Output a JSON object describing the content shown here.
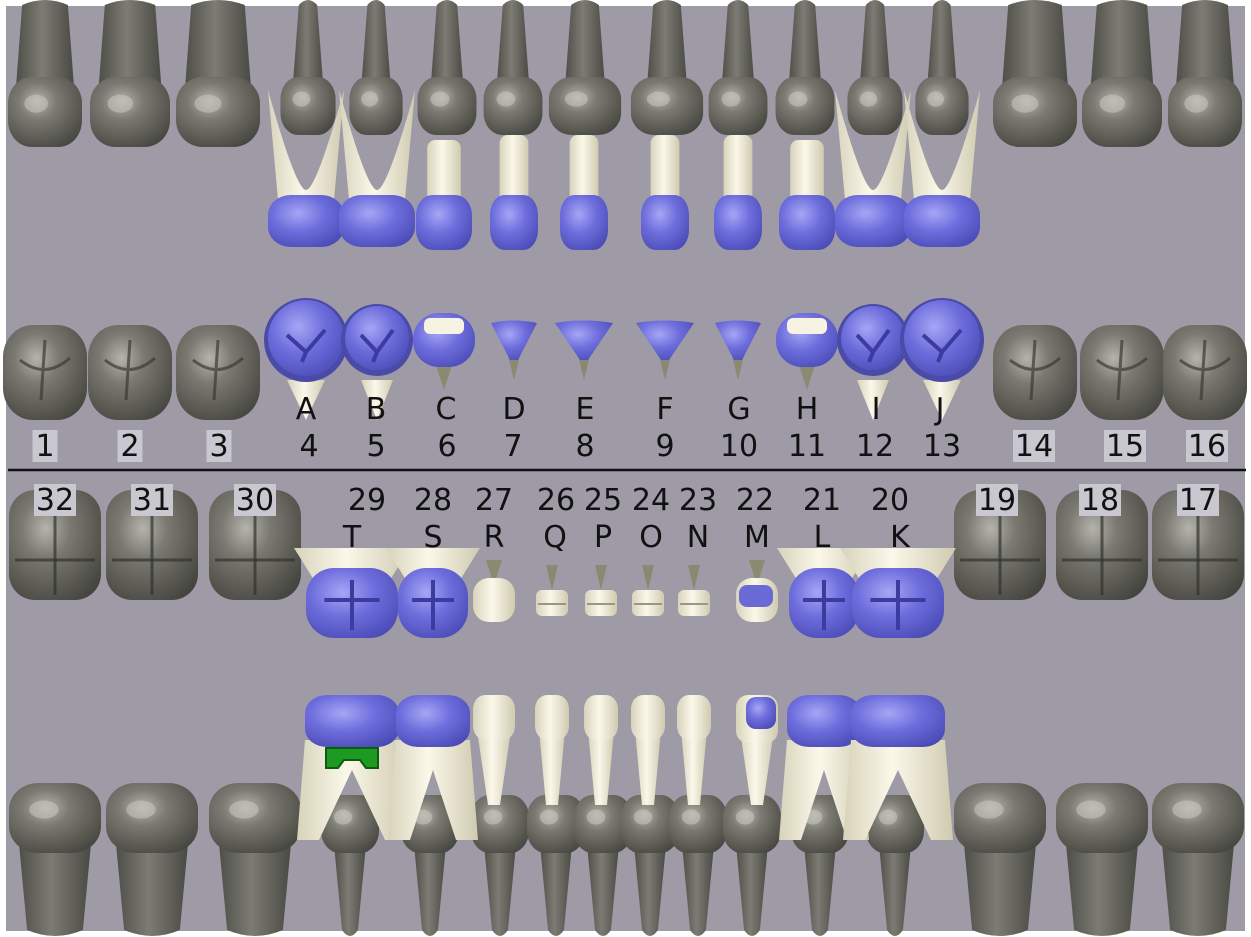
{
  "chart": {
    "colors": {
      "background": "#9e9aa6",
      "permanent_tooth": "#6f6f68",
      "permanent_tooth_highlight": "#a9a9a1",
      "primary_root": "#eeead6",
      "primary_crown_marked": "#6a6ad6",
      "primary_crown_marked_light": "#9d9df0",
      "restoration_green": "#1c9a22",
      "midline": "#111111",
      "label_text": "#111111"
    },
    "upper": {
      "permanent_numbers": [
        "1",
        "2",
        "3",
        "4",
        "5",
        "6",
        "7",
        "8",
        "9",
        "10",
        "11",
        "12",
        "13",
        "14",
        "15",
        "16"
      ],
      "primary_letters": [
        "A",
        "B",
        "C",
        "D",
        "E",
        "F",
        "G",
        "H",
        "I",
        "J"
      ],
      "primary_teeth": [
        {
          "letter": "A",
          "number": "4",
          "type": "molar",
          "crown": "blue"
        },
        {
          "letter": "B",
          "number": "5",
          "type": "molar",
          "crown": "blue"
        },
        {
          "letter": "C",
          "number": "6",
          "type": "canine",
          "crown": "blue"
        },
        {
          "letter": "D",
          "number": "7",
          "type": "incisor",
          "crown": "blue"
        },
        {
          "letter": "E",
          "number": "8",
          "type": "incisor",
          "crown": "blue"
        },
        {
          "letter": "F",
          "number": "9",
          "type": "incisor",
          "crown": "blue"
        },
        {
          "letter": "G",
          "number": "10",
          "type": "incisor",
          "crown": "blue"
        },
        {
          "letter": "H",
          "number": "11",
          "type": "canine",
          "crown": "blue"
        },
        {
          "letter": "I",
          "number": "12",
          "type": "molar",
          "crown": "blue"
        },
        {
          "letter": "J",
          "number": "13",
          "type": "molar",
          "crown": "blue"
        }
      ]
    },
    "lower": {
      "permanent_numbers": [
        "32",
        "31",
        "30",
        "29",
        "28",
        "27",
        "26",
        "25",
        "24",
        "23",
        "22",
        "21",
        "20",
        "19",
        "18",
        "17"
      ],
      "primary_letters": [
        "T",
        "S",
        "R",
        "Q",
        "P",
        "O",
        "N",
        "M",
        "L",
        "K"
      ],
      "primary_teeth": [
        {
          "letter": "T",
          "number": "29",
          "type": "molar",
          "crown": "blue",
          "restoration": "green"
        },
        {
          "letter": "S",
          "number": "28",
          "type": "molar",
          "crown": "blue"
        },
        {
          "letter": "R",
          "number": "27",
          "type": "canine",
          "crown": "white"
        },
        {
          "letter": "Q",
          "number": "26",
          "type": "incisor",
          "crown": "white"
        },
        {
          "letter": "P",
          "number": "25",
          "type": "incisor",
          "crown": "white"
        },
        {
          "letter": "O",
          "number": "24",
          "type": "incisor",
          "crown": "white"
        },
        {
          "letter": "N",
          "number": "23",
          "type": "incisor",
          "crown": "white"
        },
        {
          "letter": "M",
          "number": "22",
          "type": "canine",
          "crown": "partial-blue"
        },
        {
          "letter": "L",
          "number": "21",
          "type": "molar",
          "crown": "blue"
        },
        {
          "letter": "K",
          "number": "20",
          "type": "molar",
          "crown": "blue"
        }
      ]
    }
  }
}
